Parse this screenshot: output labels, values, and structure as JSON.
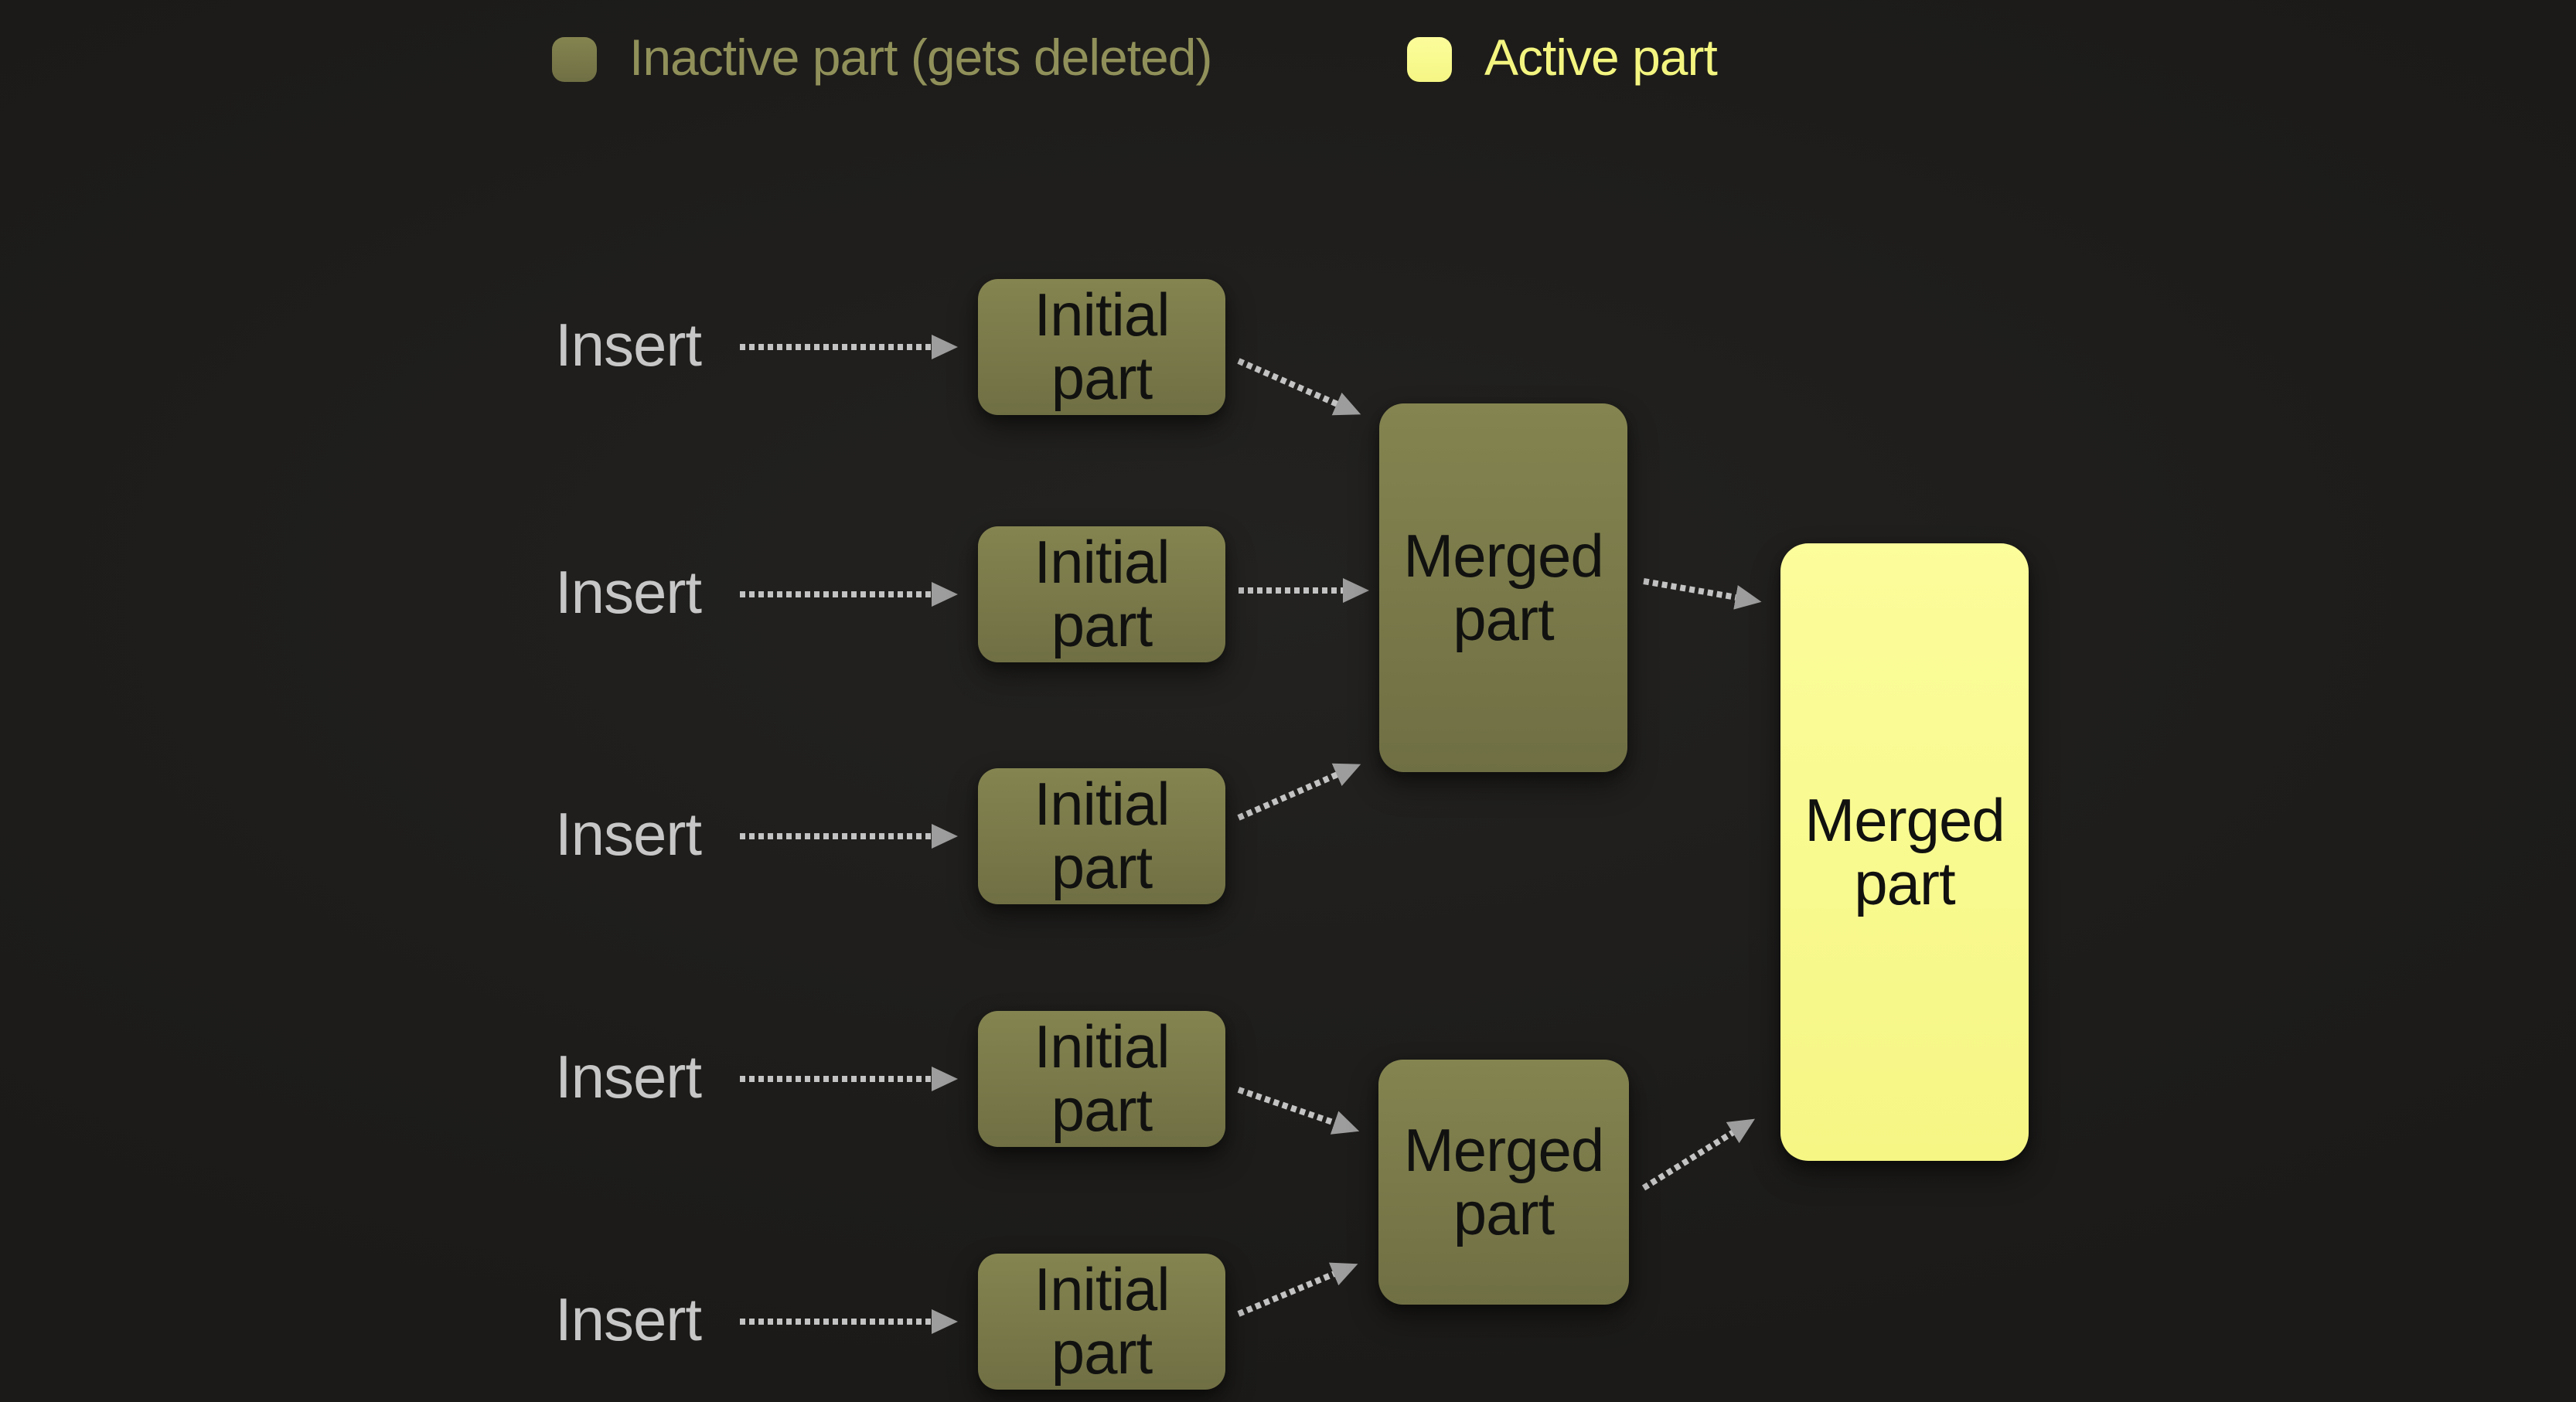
{
  "legend": {
    "inactive_label": "Inactive part (gets deleted)",
    "active_label": "Active part"
  },
  "nodes": {
    "insert_label": "Insert",
    "initial_label": "Initial part",
    "merged_label": "Merged part"
  },
  "colors": {
    "inactive_fill_top": "#848450",
    "inactive_fill_bottom": "#6f6f44",
    "active_fill_top": "#fcfd9b",
    "active_fill_bottom": "#f5f684",
    "inactive_text": "#90905a",
    "active_text": "#f3f580",
    "insert_text": "#c7c7c7",
    "node_text": "#111110",
    "arrow_dot": "#c3c3c3",
    "arrow_head": "#9d9d9d",
    "background": "#1e1d1a"
  }
}
